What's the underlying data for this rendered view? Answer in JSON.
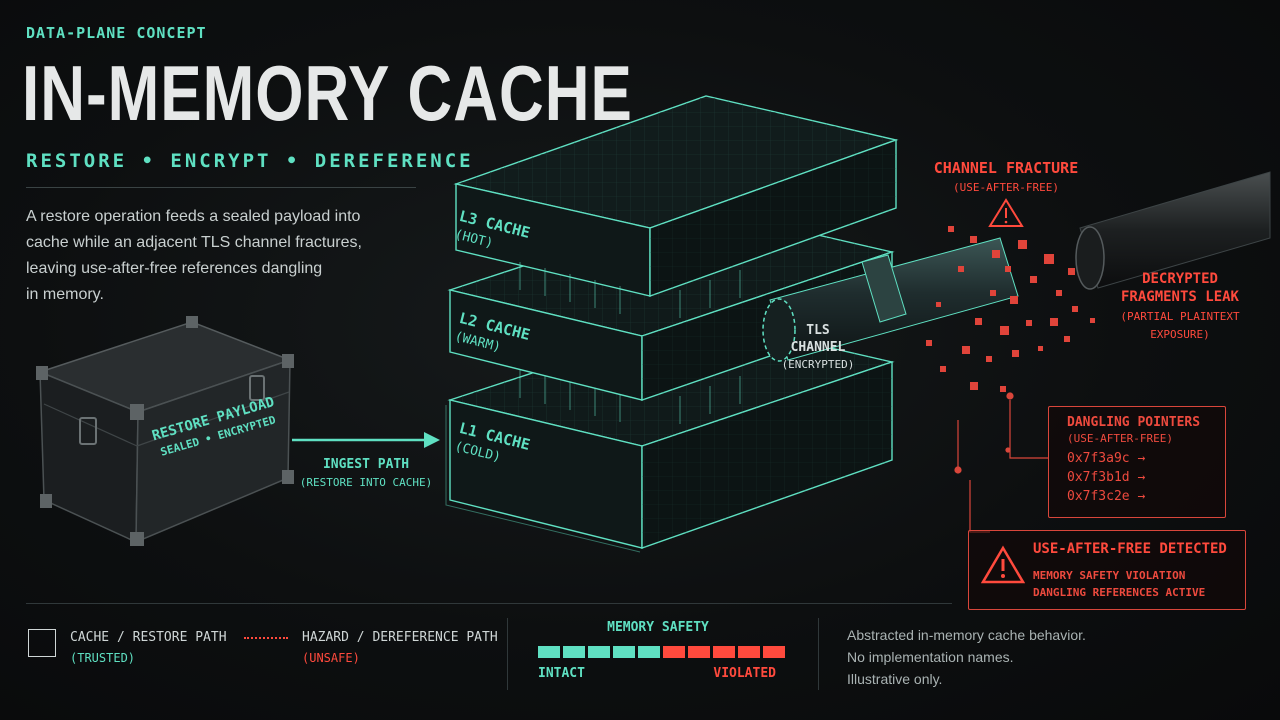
{
  "header": {
    "eyebrow": "DATA-PLANE CONCEPT",
    "title": "IN-MEMORY CACHE",
    "subtitle": "RESTORE • ENCRYPT • DEREFERENCE",
    "description_lines": [
      "A restore operation feeds a sealed payload into",
      "cache while an adjacent TLS channel fractures,",
      "leaving use-after-free references dangling",
      "in memory."
    ]
  },
  "payload": {
    "title": "RESTORE PAYLOAD",
    "subtitle": "SEALED • ENCRYPTED"
  },
  "ingest": {
    "label": "INGEST PATH",
    "sub": "(RESTORE INTO CACHE)"
  },
  "cache_layers": [
    {
      "name": "L3 CACHE",
      "state": "(HOT)"
    },
    {
      "name": "L2 CACHE",
      "state": "(WARM)"
    },
    {
      "name": "L1 CACHE",
      "state": "(COLD)"
    }
  ],
  "tls": {
    "line1": "TLS",
    "line2": "CHANNEL",
    "line3": "(ENCRYPTED)"
  },
  "fracture": {
    "title": "CHANNEL FRACTURE",
    "sub": "(USE-AFTER-FREE)"
  },
  "leak": {
    "line1": "DECRYPTED",
    "line2": "FRAGMENTS LEAK",
    "sub1": "(PARTIAL PLAINTEXT",
    "sub2": "EXPOSURE)"
  },
  "dangling": {
    "title": "DANGLING POINTERS",
    "sub": "(USE-AFTER-FREE)",
    "pointers": [
      "0x7f3a9c",
      "0x7f3b1d",
      "0x7f3c2e"
    ],
    "arrow": "→"
  },
  "alert": {
    "title": "USE-AFTER-FREE DETECTED",
    "line1": "MEMORY SAFETY VIOLATION",
    "line2": "DANGLING REFERENCES ACTIVE",
    "icon": "warning-triangle-icon"
  },
  "legend": {
    "trusted_label": "CACHE / RESTORE PATH",
    "trusted_sub": "(TRUSTED)",
    "unsafe_label": "HAZARD / DEREFERENCE PATH",
    "unsafe_sub": "(UNSAFE)"
  },
  "memory_safety": {
    "title": "MEMORY SAFETY",
    "left": "INTACT",
    "right": "VIOLATED",
    "segments": [
      "intact",
      "intact",
      "intact",
      "intact",
      "intact",
      "violated",
      "violated",
      "violated",
      "violated",
      "violated"
    ]
  },
  "footnote": [
    "Abstracted in-memory cache behavior.",
    "No implementation names.",
    "Illustrative only."
  ],
  "colors": {
    "teal": "#5fe0c2",
    "red": "#ff4a3d",
    "text": "#cfd6d6",
    "background": "#0d0f10"
  }
}
